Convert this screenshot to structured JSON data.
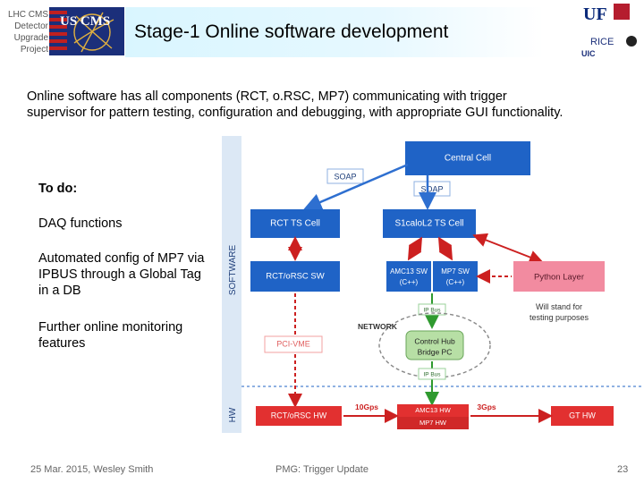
{
  "header": {
    "project_label": [
      "LHC CMS",
      "Detector",
      "Upgrade",
      "Project"
    ],
    "logo_text": "US CMS",
    "title": "Stage-1 Online software development",
    "inst_logos": [
      "UF",
      "RICE",
      "UIC"
    ]
  },
  "intro": "Online software has all components (RCT, o.RSC, MP7) communicating with trigger supervisor for pattern testing, configuration and debugging, with appropriate GUI functionality.",
  "todo": {
    "heading": "To do:",
    "items": [
      "DAQ functions",
      "Automated config of MP7 via IPBUS through a Global Tag in a DB",
      "Further online monitoring features"
    ]
  },
  "diagram": {
    "software_label": "SOFTWARE",
    "hw_label": "HW",
    "central_cell": "Central Cell",
    "soap_left": "SOAP",
    "soap_right": "SOAP",
    "rct_ts_cell": "RCT TS Cell",
    "s1calol2_ts_cell": "S1caloL2 TS Cell",
    "rct_orsc_sw": "RCT/oRSC SW",
    "amc13_sw": [
      "AMC13 SW",
      "(C++)"
    ],
    "mp7_sw": [
      "MP7 SW",
      "(C++)"
    ],
    "python_layer": "Python Layer",
    "will_stand_for": [
      "Will stand for",
      "testing purposes"
    ],
    "ip_bus_top": "IP Bus",
    "network": "NETWORK",
    "pci_vme": "PCI-VME",
    "control_hub": [
      "Control Hub",
      "Bridge PC"
    ],
    "ip_bus_bottom": "IP Bus",
    "rct_orsc_hw": "RCT/oRSC HW",
    "amc13_hw": "AMC13 HW",
    "mp7_hw": "MP7 HW",
    "gt_hw": "GT HW",
    "link_left": "10Gps",
    "link_right": "3Gps"
  },
  "footer": {
    "left": "25 Mar. 2015, Wesley Smith",
    "center": "PMG: Trigger Update",
    "page": "23"
  },
  "colors": {
    "box_blue": "#1f63c6",
    "arrow_blue": "#2e6fd0",
    "arrow_red": "#cc2020",
    "arrow_green": "#2f9a2f",
    "band_blue": "#dce8f5",
    "python_pink": "#f28ba0",
    "hw_red": "#e23030"
  }
}
